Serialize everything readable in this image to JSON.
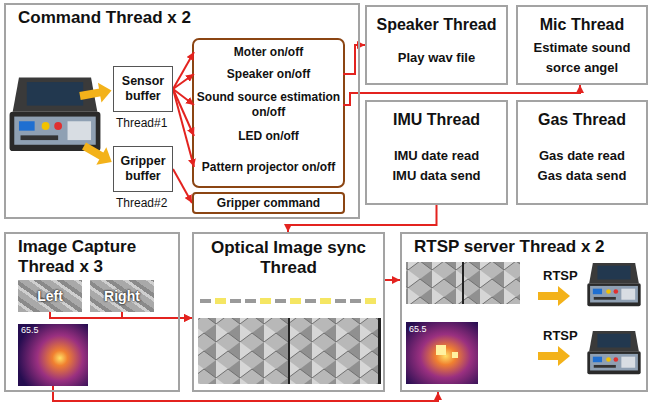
{
  "diagram": {
    "nodes": [
      {
        "text": [
          "Command Thread x 2"
        ]
      },
      {
        "text": [
          "Sensor buffer"
        ],
        "in": 0
      },
      {
        "text": [
          "Gripper buffer"
        ],
        "in": 0
      },
      {
        "text": [
          "Moter on/off"
        ],
        "in": 0
      },
      {
        "text": [
          "Speaker on/off"
        ],
        "in": 0
      },
      {
        "text": [
          "Sound source estimation on/off"
        ],
        "in": 0
      },
      {
        "text": [
          "LED on/off"
        ],
        "in": 0
      },
      {
        "text": [
          "Pattern projector on/off"
        ],
        "in": 0
      },
      {
        "text": [
          "Gripper command"
        ],
        "in": 0
      },
      {
        "text": [
          "Speaker Thread",
          "Play wav file"
        ]
      },
      {
        "text": [
          "Mic Thread",
          "Estimate sound sorce angel"
        ]
      },
      {
        "text": [
          "IMU Thread",
          "IMU date read IMU data send"
        ]
      },
      {
        "text": [
          "Gas Thread",
          "Gas date read Gas data send"
        ]
      },
      {
        "text": [
          "Image Capture Thread x 3"
        ]
      },
      {
        "text": [
          "Left"
        ],
        "in": 13
      },
      {
        "text": [
          "Right"
        ],
        "in": 13
      },
      {
        "text": [
          "65.5"
        ],
        "in": 13
      },
      {
        "text": [
          "Optical Image sync Thread"
        ]
      },
      {
        "text": [
          "RTSP server Thread x 2"
        ]
      }
    ],
    "edges": [
      {
        "from": 1,
        "to": 3,
        "arrow": "to"
      },
      {
        "from": 1,
        "to": 4,
        "arrow": "to"
      },
      {
        "from": 1,
        "to": 5,
        "arrow": "to"
      },
      {
        "from": 1,
        "to": 6,
        "arrow": "to"
      },
      {
        "from": 1,
        "to": 7,
        "arrow": "to"
      },
      {
        "from": 2,
        "to": 8,
        "arrow": "to"
      },
      {
        "from": 4,
        "to": 9,
        "arrow": "to"
      },
      {
        "from": 5,
        "to": 10,
        "arrow": "to"
      },
      {
        "from": 11,
        "to": 17,
        "arrow": "to"
      },
      {
        "from": 14,
        "to": 17,
        "arrow": "to"
      },
      {
        "from": 15,
        "to": 17,
        "arrow": "to"
      },
      {
        "from": 16,
        "to": 18,
        "arrow": "to"
      },
      {
        "from": 17,
        "to": 18,
        "arrow": "to"
      }
    ],
    "labels": [
      "Thread#1",
      "Thread#2",
      "RTSP",
      "RTSP",
      "65.5"
    ]
  }
}
